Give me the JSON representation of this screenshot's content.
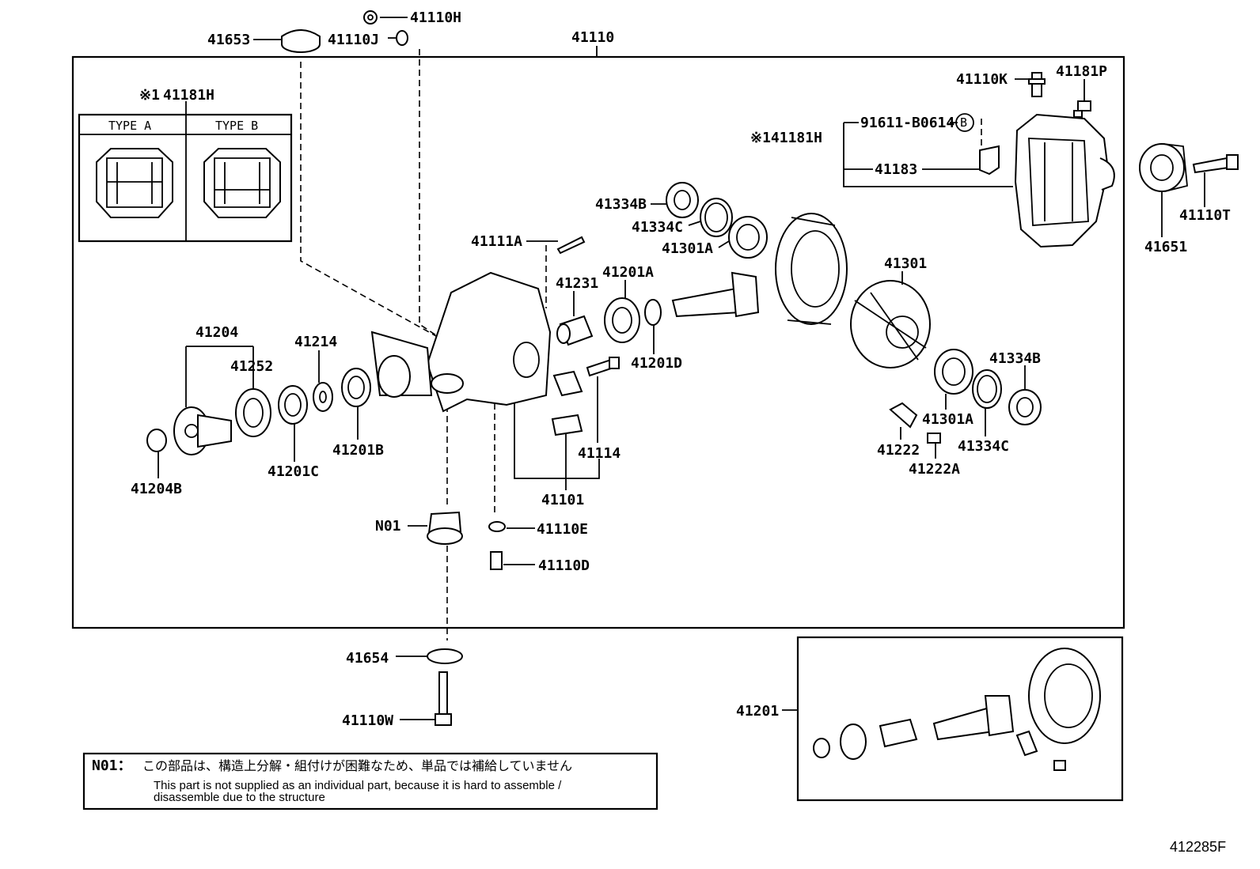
{
  "labels": {
    "p41110": "41110",
    "p41110H": "41110H",
    "p41653": "41653",
    "p41110J": "41110J",
    "p41181H_note": "※141181H",
    "p41181H_top": "41181H",
    "p41181H_top_prefix": "※1",
    "typeA": "TYPE A",
    "typeB": "TYPE B",
    "p41110K": "41110K",
    "p41181P": "41181P",
    "p91611": "91611-B0614",
    "circleB": "B",
    "p41183": "41183",
    "p41110T": "41110T",
    "p41651": "41651",
    "p41334B_a": "41334B",
    "p41334C_a": "41334C",
    "p41301A_a": "41301A",
    "p41111A": "41111A",
    "p41231": "41231",
    "p41201A": "41201A",
    "p41301": "41301",
    "p41204": "41204",
    "p41214": "41214",
    "p41252": "41252",
    "p41201D": "41201D",
    "p41334B_b": "41334B",
    "p41201C": "41201C",
    "p41201B": "41201B",
    "p41204B": "41204B",
    "p41114": "41114",
    "p41301A_b": "41301A",
    "p41334C_b": "41334C",
    "p41222": "41222",
    "p41222A": "41222A",
    "p41101": "41101",
    "pN01": "N01",
    "p41110E": "41110E",
    "p41110D": "41110D",
    "p41654": "41654",
    "p41110W": "41110W",
    "p41201": "41201"
  },
  "note": {
    "code": "N01：",
    "jp": "この部品は、構造上分解・組付けが困難なため、単品では補給していません",
    "en1": "This part is not supplied as an individual part, because it is hard to assemble /",
    "en2": "disassemble due to the structure"
  },
  "diagram_code": "412285F"
}
